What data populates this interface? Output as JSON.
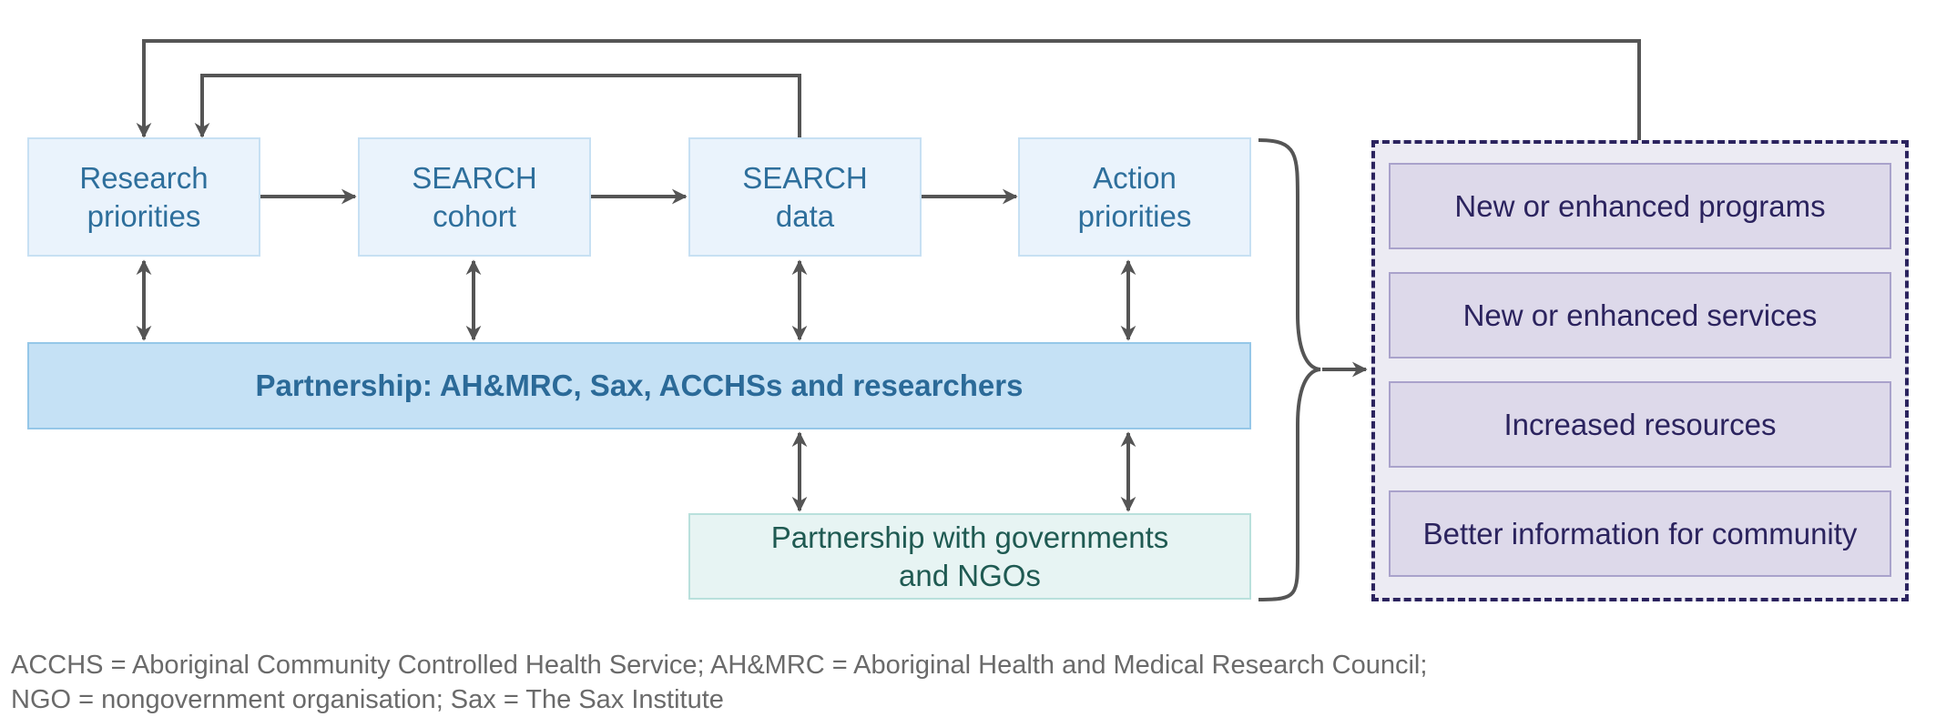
{
  "steps": [
    {
      "id": "research",
      "label": "Research\npriorities"
    },
    {
      "id": "cohort",
      "label": "SEARCH\ncohort"
    },
    {
      "id": "data",
      "label": "SEARCH\ndata"
    },
    {
      "id": "action",
      "label": "Action\npriorities"
    }
  ],
  "partnership": "Partnership: AH&MRC, Sax, ACCHSs and researchers",
  "government_partnership": "Partnership with governments\nand NGOs",
  "outcomes": [
    "New or enhanced programs",
    "New or enhanced services",
    "Increased resources",
    "Better information for community"
  ],
  "footnote": {
    "line1": "ACCHS = Aboriginal Community Controlled Health Service; AH&MRC = Aboriginal Health and Medical Research Council;",
    "line2": "NGO = nongovernment organisation; Sax = The Sax Institute"
  },
  "colors": {
    "arrow": "#555555",
    "step_fill": "#eaf3fc",
    "partner_fill": "#c5e1f5",
    "gov_fill": "#e7f4f3",
    "outcome_fill": "#ddd9ea",
    "outcome_border": "#2b235e"
  }
}
